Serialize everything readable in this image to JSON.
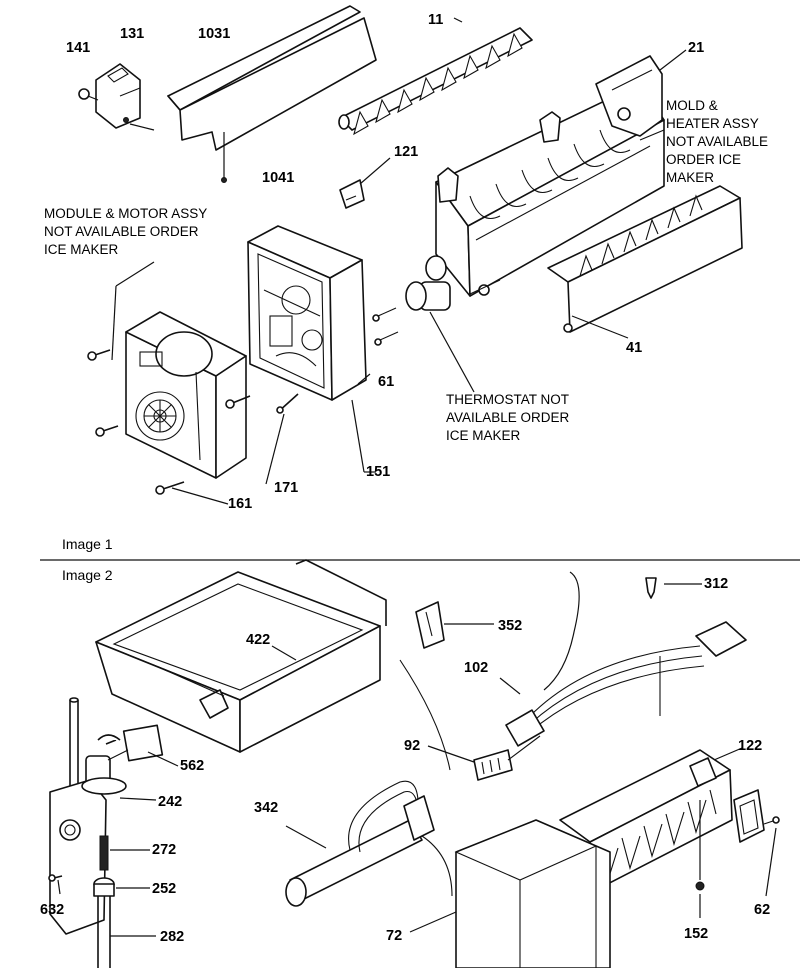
{
  "image1": {
    "label": "Image 1",
    "callouts": {
      "p141": "141",
      "p131": "131",
      "p1031": "1031",
      "p11": "11",
      "p21": "21",
      "p1041": "1041",
      "p121": "121",
      "p61": "61",
      "p41": "41",
      "p151": "151",
      "p171": "171",
      "p161": "161"
    },
    "notes": {
      "mold": [
        "MOLD &",
        "HEATER ASSY",
        "NOT AVAILABLE",
        "ORDER ICE",
        "MAKER"
      ],
      "module": [
        "MODULE & MOTOR ASSY",
        "NOT AVAILABLE ORDER",
        "ICE MAKER"
      ],
      "thermostat": [
        "THERMOSTAT NOT",
        "AVAILABLE ORDER",
        "ICE MAKER"
      ]
    }
  },
  "image2": {
    "label": "Image 2",
    "callouts": {
      "p312": "312",
      "p352": "352",
      "p422": "422",
      "p102": "102",
      "p92": "92",
      "p122": "122",
      "p562": "562",
      "p242": "242",
      "p342": "342",
      "p272": "272",
      "p252": "252",
      "p632": "632",
      "p282": "282",
      "p72": "72",
      "p152": "152",
      "p62": "62"
    }
  }
}
